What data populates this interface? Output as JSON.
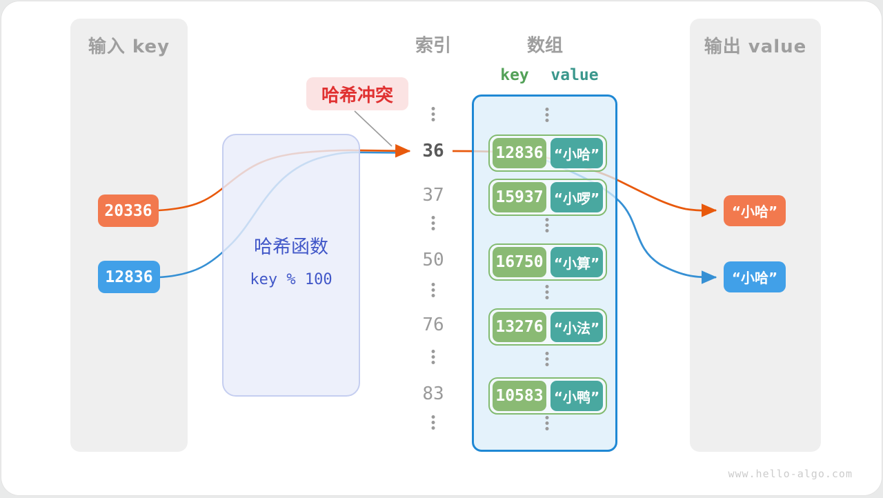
{
  "watermark": "www.hello-algo.com",
  "collision_label": {
    "text": "哈希冲突"
  },
  "input_panel": {
    "title": "输入 key",
    "keys": [
      {
        "value": "20336",
        "color": "#f2794e"
      },
      {
        "value": "12836",
        "color": "#41a0e8"
      }
    ]
  },
  "hash_box": {
    "title": "哈希函数",
    "formula": "key % 100"
  },
  "index_column": {
    "title": "索引",
    "items": [
      "36",
      "37",
      "50",
      "76",
      "83"
    ],
    "highlighted": "36"
  },
  "array_panel": {
    "title": "数组",
    "key_header": "key",
    "value_header": "value",
    "rows": [
      {
        "key": "12836",
        "value": "“小哈”"
      },
      {
        "key": "15937",
        "value": "“小啰”"
      },
      {
        "key": "16750",
        "value": "“小算”"
      },
      {
        "key": "13276",
        "value": "“小法”"
      },
      {
        "key": "10583",
        "value": "“小鸭”"
      }
    ]
  },
  "output_panel": {
    "title": "输出 value",
    "values": [
      {
        "text": "“小哈”",
        "color": "#f2794e"
      },
      {
        "text": "“小哈”",
        "color": "#41a0e8"
      }
    ]
  },
  "colors": {
    "orange_line": "#e8590c",
    "blue_line": "#3690d4",
    "key_green": "#8aba74",
    "value_teal": "#49a8a0",
    "array_border": "#1f88d4",
    "hash_text": "#4157c8",
    "collision_red": "#e03131"
  }
}
